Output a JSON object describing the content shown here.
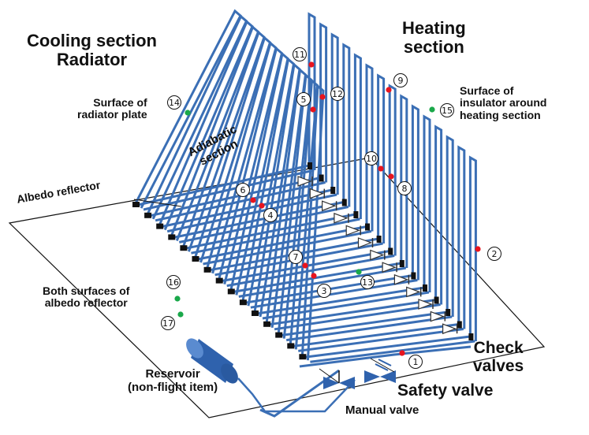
{
  "titles": {
    "cooling": [
      "Cooling section",
      "Radiator"
    ],
    "heating": [
      "Heating",
      "section"
    ]
  },
  "labels": {
    "radiator_plate": [
      "Surface of",
      "radiator plate"
    ],
    "insulator": [
      "Surface of",
      "insulator around",
      "heating section"
    ],
    "adiabatic": [
      "Adiabatic",
      "section"
    ],
    "albedo_reflector": "Albedo reflector",
    "albedo_surfaces": [
      "Both surfaces of",
      "albedo reflector"
    ],
    "reservoir": [
      "Reservoir",
      "(non-flight item)"
    ],
    "check_valves": [
      "Check",
      "valves"
    ],
    "safety_valve": "Safety valve",
    "manual_valve": "Manual valve"
  },
  "markers": [
    {
      "num": "1",
      "type": "temperature"
    },
    {
      "num": "2",
      "type": "temperature"
    },
    {
      "num": "3",
      "type": "temperature"
    },
    {
      "num": "4",
      "type": "temperature"
    },
    {
      "num": "5",
      "type": "temperature"
    },
    {
      "num": "6",
      "type": "temperature"
    },
    {
      "num": "7",
      "type": "temperature"
    },
    {
      "num": "8",
      "type": "temperature"
    },
    {
      "num": "9",
      "type": "temperature"
    },
    {
      "num": "10",
      "type": "temperature"
    },
    {
      "num": "11",
      "type": "temperature"
    },
    {
      "num": "12",
      "type": "temperature"
    },
    {
      "num": "13",
      "type": "surface"
    },
    {
      "num": "14",
      "type": "surface"
    },
    {
      "num": "15",
      "type": "surface"
    },
    {
      "num": "16",
      "type": "surface"
    },
    {
      "num": "17",
      "type": "surface"
    }
  ],
  "colors": {
    "pipe": "#3b6fb5",
    "pipe_dark": "#1f4f91",
    "temperature_point": "#e8141e",
    "surface_point": "#1aa84a",
    "outline": "#111111",
    "reservoir": "#2f62ad"
  }
}
